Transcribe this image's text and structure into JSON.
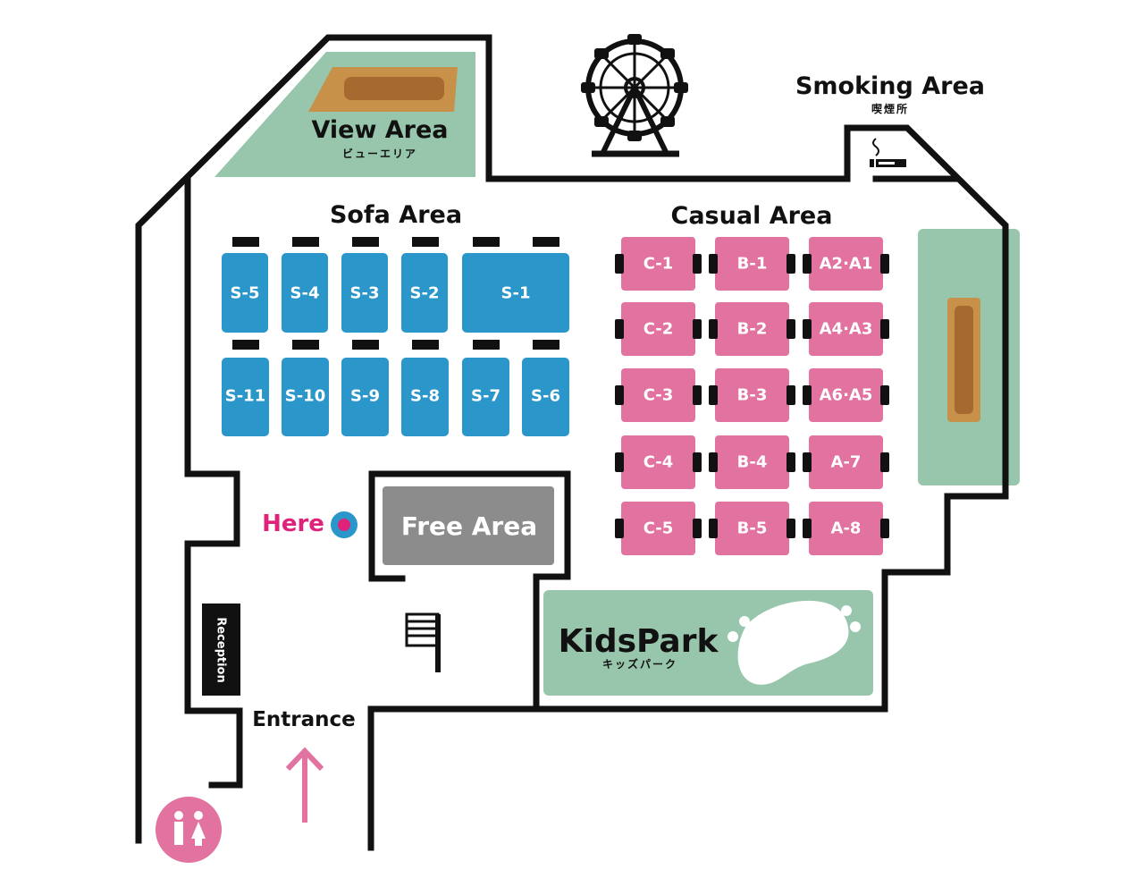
{
  "colors": {
    "sofa": "#2a96c9",
    "casual": "#e2729f",
    "green": "#98c6ad",
    "free": "#8c8c8c",
    "wood": "#c8914a",
    "here": "#e0237a"
  },
  "areas": {
    "view": {
      "title": "View Area",
      "sub": "ビューエリア"
    },
    "smoking": {
      "title": "Smoking Area",
      "sub": "喫煙所"
    },
    "sofa": {
      "title": "Sofa Area"
    },
    "casual": {
      "title": "Casual Area"
    },
    "free": {
      "title": "Free Area"
    },
    "kids": {
      "title": "KidsPark",
      "sub": "キッズパーク"
    }
  },
  "sofa_seats": {
    "top": [
      "S-5",
      "S-4",
      "S-3",
      "S-2",
      "S-1"
    ],
    "bottom": [
      "S-11",
      "S-10",
      "S-9",
      "S-8",
      "S-7",
      "S-6"
    ]
  },
  "casual_seats": [
    [
      "C-1",
      "B-1",
      "A2·A1"
    ],
    [
      "C-2",
      "B-2",
      "A4·A3"
    ],
    [
      "C-3",
      "B-3",
      "A6·A5"
    ],
    [
      "C-4",
      "B-4",
      "A-7"
    ],
    [
      "C-5",
      "B-5",
      "A-8"
    ]
  ],
  "here": "Here",
  "reception": "Reception",
  "entrance": "Entrance",
  "icons": [
    "ferris-wheel-icon",
    "smoking-icon",
    "stairs-icon",
    "restroom-icon",
    "entrance-arrow-icon",
    "here-marker-icon"
  ]
}
